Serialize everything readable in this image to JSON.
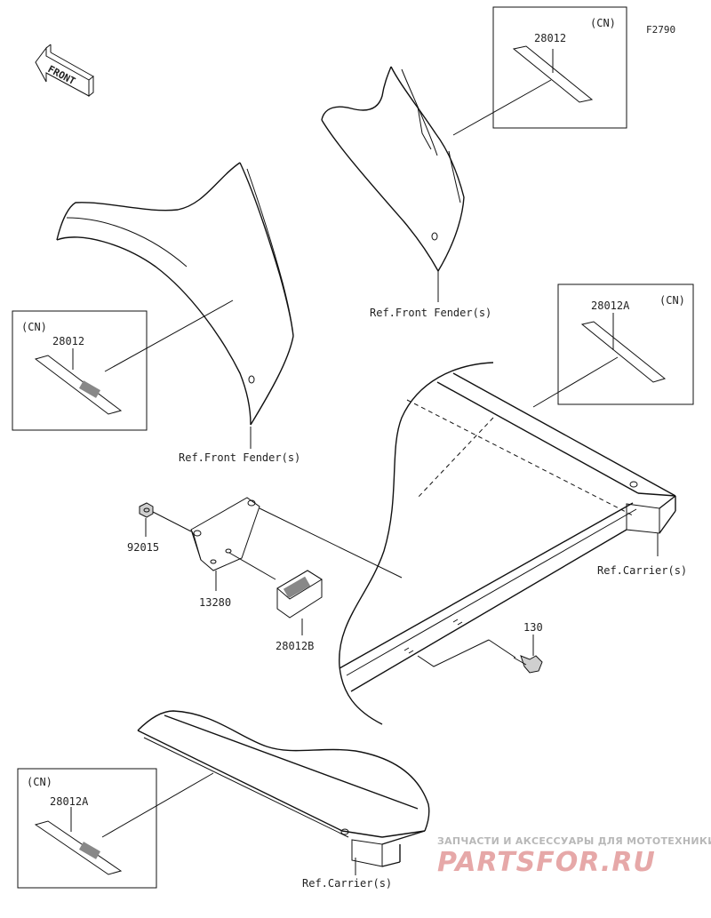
{
  "diagram": {
    "code": "F2790",
    "front_label": "FRONT",
    "callouts": {
      "p1_cn": "(CN)",
      "p1_part": "28012",
      "p2_cn": "(CN)",
      "p2_part": "28012",
      "p3_cn": "(CN)",
      "p3_part": "28012A",
      "p4_cn": "(CN)",
      "p4_part": "28012A"
    },
    "refs": {
      "fender_left": "Ref.Front Fender(s)",
      "fender_top": "Ref.Front Fender(s)",
      "carrier_right": "Ref.Carrier(s)",
      "carrier_bottom": "Ref.Carrier(s)"
    },
    "parts": {
      "nut": "92015",
      "bracket": "13280",
      "plate": "28012B",
      "bolt": "130"
    },
    "watermark": {
      "line1": "ЗАПЧАСТИ И АКСЕССУАРЫ ДЛЯ МОТОТЕХНИКИ",
      "line2": "PARTSFOR.RU"
    }
  }
}
